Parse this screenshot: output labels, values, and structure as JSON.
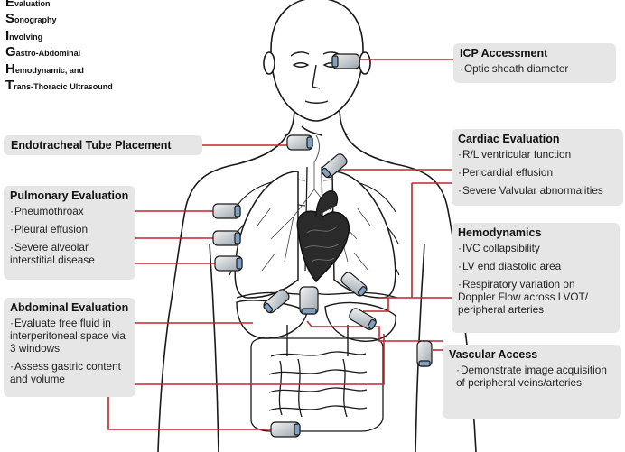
{
  "acronym": {
    "lines": [
      {
        "letter": "E",
        "rest": "valuation"
      },
      {
        "letter": "S",
        "rest": "onography"
      },
      {
        "letter": "I",
        "rest": "nvolving"
      },
      {
        "letter": "G",
        "rest": "astro-Abdominal"
      },
      {
        "letter": "H",
        "rest": "emodynamic, and"
      },
      {
        "letter": "T",
        "rest": "rans-Thoracic Ultrasound"
      }
    ]
  },
  "icp": {
    "title": "ICP Accessment",
    "items": [
      "Optic sheath diameter"
    ]
  },
  "endotracheal": {
    "title": "Endotracheal Tube Placement"
  },
  "cardiac": {
    "title": "Cardiac Evaluation",
    "items": [
      "R/L ventricular function",
      "Pericardial effusion",
      "Severe Valvular abnormalities"
    ]
  },
  "pulmonary": {
    "title": "Pulmonary Evaluation",
    "items": [
      "Pneumothroax",
      "Pleural effusion",
      "Severe alveolar interstitial disease"
    ]
  },
  "hemodynamics": {
    "title": "Hemodynamics",
    "items": [
      "IVC collapsibility",
      "LV end diastolic area",
      "Respiratory variation on Doppler Flow across LVOT/ peripheral arteries"
    ]
  },
  "abdominal": {
    "title": "Abdominal Evaluation",
    "items": [
      "Evaluate free fluid in interperitoneal space via 3 windows",
      "Assess gastric content and volume"
    ]
  },
  "vascular": {
    "title": "Vascular Access",
    "items": [
      "Demonstrate image acquisition of peripheral veins/arteries"
    ]
  },
  "colors": {
    "connector": "#c0272d",
    "box_bg": "#e6e6e6",
    "outline": "#1a1a1a"
  }
}
